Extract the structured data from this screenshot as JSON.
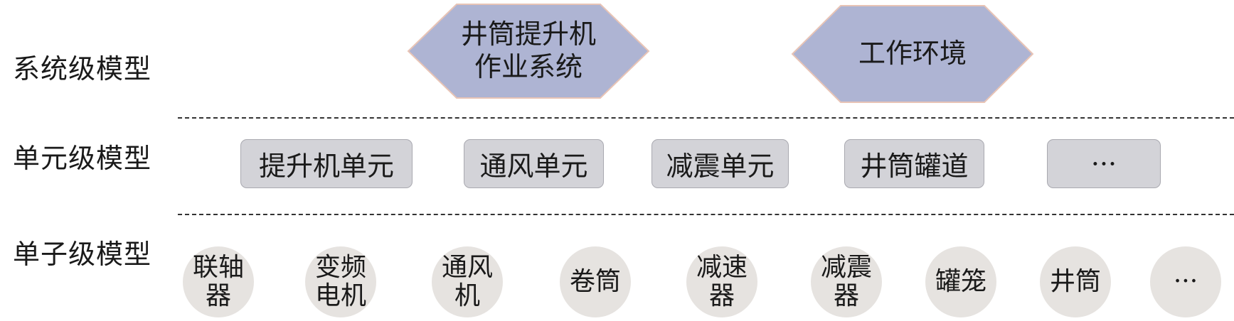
{
  "colors": {
    "hexagon_fill": "#aeb4d3",
    "hexagon_stroke": "#e8c4b6",
    "unit_fill": "#d3d3d8",
    "sub_fill": "#e6e3e0",
    "divider": "#333333"
  },
  "levels": {
    "system": "系统级模型",
    "unit": "单元级模型",
    "subunit": "单子级模型"
  },
  "system_nodes": [
    {
      "line1": "井筒提升机",
      "line2": "作业系统"
    },
    {
      "line1": "工作环境",
      "line2": ""
    }
  ],
  "unit_nodes": [
    "提升机单元",
    "通风单元",
    "减震单元",
    "井筒罐道",
    "···"
  ],
  "sub_nodes": [
    {
      "line1": "联轴",
      "line2": "器"
    },
    {
      "line1": "变频",
      "line2": "电机"
    },
    {
      "line1": "通风",
      "line2": "机"
    },
    {
      "line1": "卷筒",
      "line2": ""
    },
    {
      "line1": "减速",
      "line2": "器"
    },
    {
      "line1": "减震",
      "line2": "器"
    },
    {
      "line1": "罐笼",
      "line2": ""
    },
    {
      "line1": "井筒",
      "line2": ""
    },
    {
      "line1": "···",
      "line2": ""
    }
  ]
}
